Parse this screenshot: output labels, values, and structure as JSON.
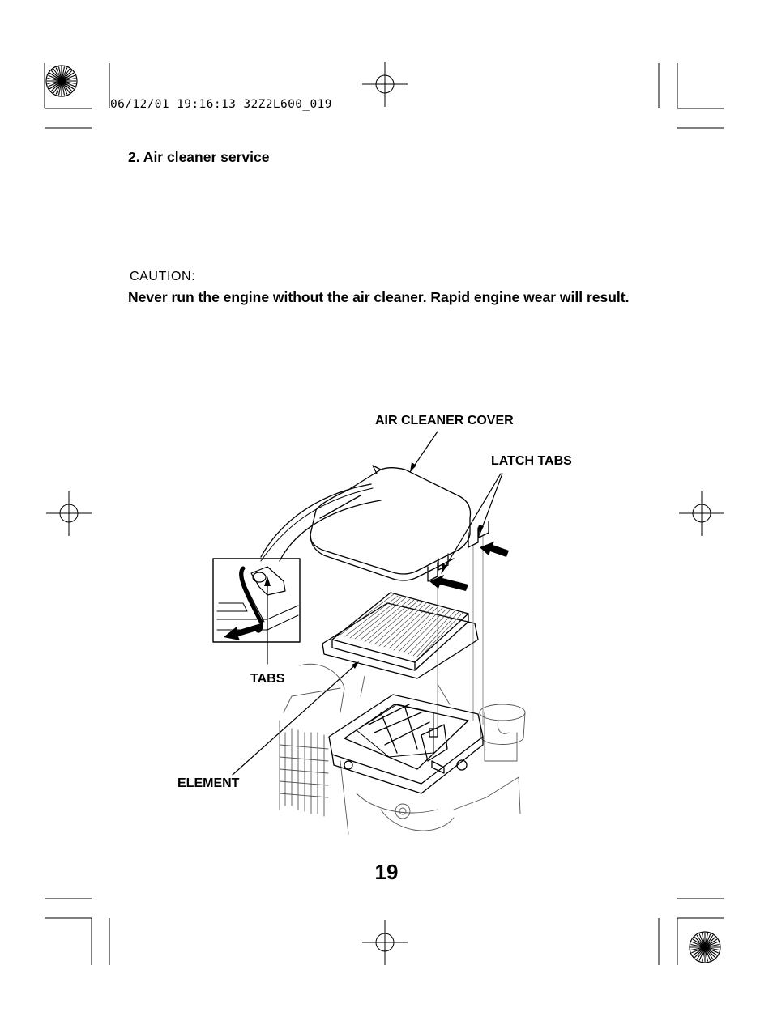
{
  "print_marks": {
    "timestamp": "06/12/01 19:16:13 32Z2L600_019"
  },
  "section": {
    "title": "2. Air cleaner service"
  },
  "caution": {
    "label": "CAUTION:",
    "text": "Never run the engine without the air cleaner. Rapid engine wear will result."
  },
  "figure": {
    "callouts": {
      "air_cleaner_cover": "AIR CLEANER COVER",
      "latch_tabs": "LATCH TABS",
      "tabs": "TABS",
      "element": "ELEMENT"
    }
  },
  "page": {
    "number": "19"
  }
}
